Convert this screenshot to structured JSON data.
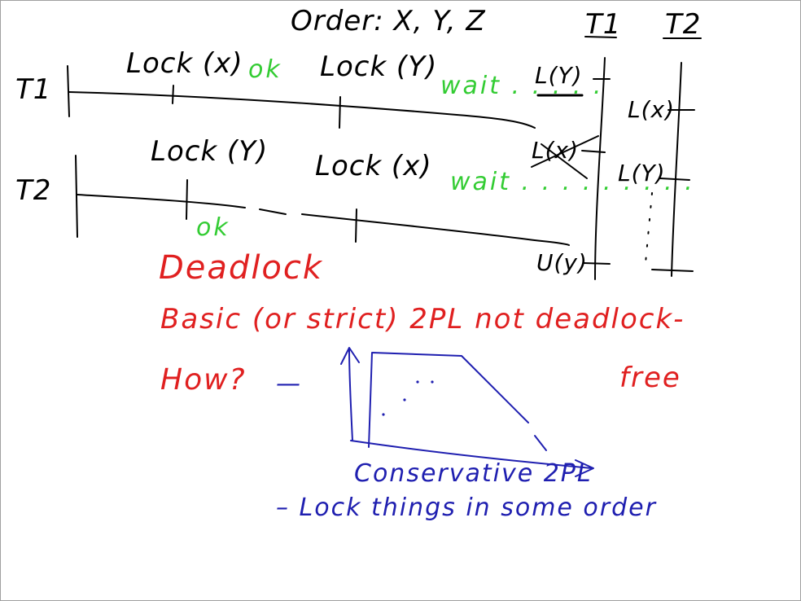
{
  "colors": {
    "black": "#000000",
    "green": "#33cc33",
    "red": "#e02020",
    "blue": "#1f1fb0"
  },
  "header": {
    "order": "Order: X, Y, Z",
    "col_t1": "T1",
    "col_t2": "T2"
  },
  "timeline": {
    "t1_label": "T1",
    "t1_lock_x": "Lock (x)",
    "t1_ok": "ok",
    "t1_lock_y": "Lock (Y)",
    "t1_wait": "wait . . . . .",
    "t2_label": "T2",
    "t2_lock_y": "Lock (Y)",
    "t2_ok": "ok",
    "t2_lock_x": "Lock (x)",
    "t2_wait": "wait . . . . . . . . .",
    "r_t1_ly": "L(Y)",
    "r_t1_lx": "L(x)",
    "r_t1_uy": "U(y)",
    "r_t2_lx": "L(x)",
    "r_t2_ly": "L(Y)"
  },
  "notes": {
    "deadlock": "Deadlock",
    "basic": "Basic (or strict) 2PL not deadlock-",
    "free": "free",
    "how": "How?",
    "how_dash": "—",
    "conservative": "Conservative 2PL",
    "lock_order": "– Lock things in some order"
  }
}
